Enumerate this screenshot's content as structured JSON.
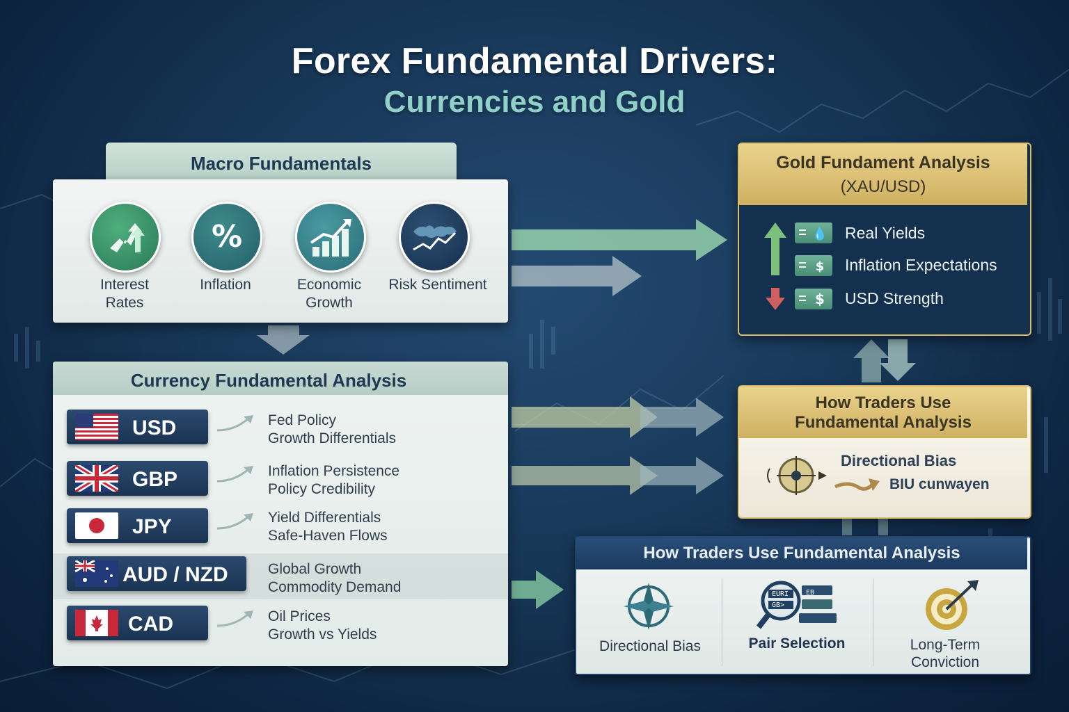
{
  "title": "Forex Fundamental Drivers:",
  "subtitle": "Currencies and Gold",
  "macro": {
    "heading": "Macro Fundamentals",
    "items": [
      {
        "label": "Interest\nRates",
        "icon": "interest-rates-arrows-icon"
      },
      {
        "label": "Inflation",
        "icon": "percent-icon"
      },
      {
        "label": "Economic\nGrowth",
        "icon": "growth-chart-icon"
      },
      {
        "label": "Risk Sentiment",
        "icon": "world-map-icon"
      }
    ]
  },
  "currency": {
    "heading": "Currency Fundamental Analysis",
    "rows": [
      {
        "code": "USD",
        "flag": "us-flag",
        "line1": "Fed Policy",
        "line2": "Growth Differentials"
      },
      {
        "code": "GBP",
        "flag": "uk-flag",
        "line1": "Inflation Persistence",
        "line2": "Policy Credibility"
      },
      {
        "code": "JPY",
        "flag": "japan-flag",
        "line1": "Yield Differentials",
        "line2": "Safe-Haven Flows"
      },
      {
        "code": "AUD / NZD",
        "flag": "australia-flag",
        "line1": "Global Growth",
        "line2": "Commodity Demand"
      },
      {
        "code": "CAD",
        "flag": "canada-flag",
        "line1": "Oil Prices",
        "line2": "Growth vs Yields"
      }
    ]
  },
  "gold": {
    "heading": "Gold Fundament Analysis",
    "subheading": "(XAU/USD)",
    "items": [
      "Real Yields",
      "Inflation Expectations",
      "USD Strength"
    ]
  },
  "how_gold": {
    "heading": "How Traders Use\nFundamental Analysis",
    "line1": "Directional Bias",
    "line2": "BIU cunwayen"
  },
  "how_blue": {
    "heading": "How Traders Use Fundamental Analysis",
    "items": [
      {
        "label": "Directional Bias",
        "icon": "compass-icon"
      },
      {
        "label": "Pair Selection",
        "icon": "magnifier-currency-icon",
        "tags": [
          "EURI",
          "GB>",
          "EB"
        ]
      },
      {
        "label": "Long-Term\nConviction",
        "icon": "target-icon"
      }
    ]
  },
  "colors": {
    "background": "#173757",
    "accent_teal": "#8fd0c8",
    "gold": "#d9bd6a",
    "arrow_green": "#7fbf9f",
    "arrow_gray": "#b8c6cc"
  }
}
